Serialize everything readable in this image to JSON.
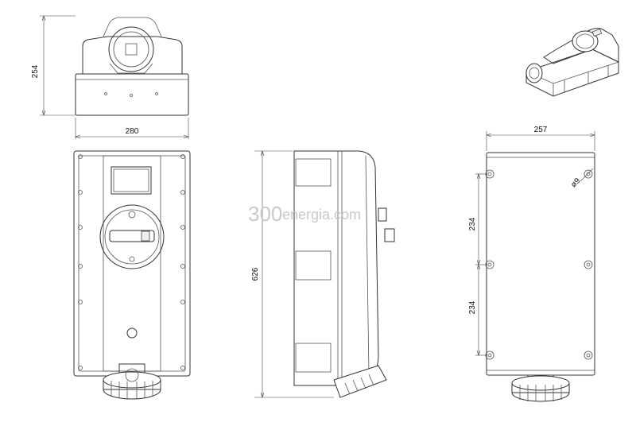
{
  "dimensions": {
    "top_height": "254",
    "top_width": "280",
    "side_height": "626",
    "back_width": "257",
    "back_spacing_upper": "234",
    "back_spacing_lower": "234",
    "hole_diameter": "ø9"
  },
  "watermark": {
    "big": "300",
    "small": "energia.com"
  }
}
